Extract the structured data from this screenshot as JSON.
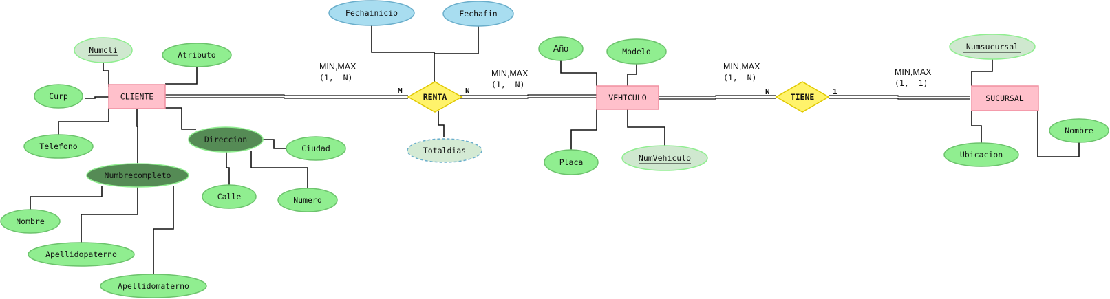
{
  "colors": {
    "entity_fill": "#ffc0cb",
    "entity_stroke": "#f08fa0",
    "relation_fill": "#fff36b",
    "relation_stroke": "#e0c800",
    "attr_fill": "#90ee90",
    "attr_stroke": "#6cc36c",
    "key_attr_fill": "#cfe8cf",
    "composite_fill": "#558b55",
    "relation_attr_fill": "#a8ddf0",
    "relation_attr_stroke": "#6aaecb",
    "derived_fill": "#d4ead4",
    "derived_stroke": "#6aaecb"
  },
  "entities": {
    "cliente": "CLIENTE",
    "vehiculo": "VEHICULO",
    "sucursal": "SUCURSAL"
  },
  "relationships": {
    "renta": "RENTA",
    "tiene": "TIENE"
  },
  "attributes": {
    "numcli": "Numcli",
    "atributo": "Atributo",
    "curp": "Curp",
    "telefono": "Telefono",
    "direccion": "Direccion",
    "ciudad": "Ciudad",
    "calle": "Calle",
    "numero": "Numero",
    "numbrecompleto": "Numbrecompleto",
    "nombre_cliente": "Nombre",
    "apellidopaterno": "Apellidopaterno",
    "apellidomaterno": "Apellidomaterno",
    "fechainicio": "Fechainicio",
    "fechafin": "Fechafin",
    "totaldias": "Totaldias",
    "anio": "Año",
    "modelo": "Modelo",
    "placa": "Placa",
    "numvehiculo": "NumVehiculo",
    "numsucursal": "Numsucursal",
    "ubicacion": "Ubicacion",
    "nombre_sucursal": "Nombre"
  },
  "cardinalities": {
    "cliente_renta": "M",
    "renta_vehiculo": "N",
    "vehiculo_tiene": "N",
    "tiene_sucursal": "1"
  },
  "minmax": {
    "label": "MIN,MAX",
    "cliente": "(1,  N)",
    "vehiculo_renta": "(1,  N)",
    "vehiculo_tiene": "(1,  N)",
    "sucursal": "(1,  1)"
  }
}
